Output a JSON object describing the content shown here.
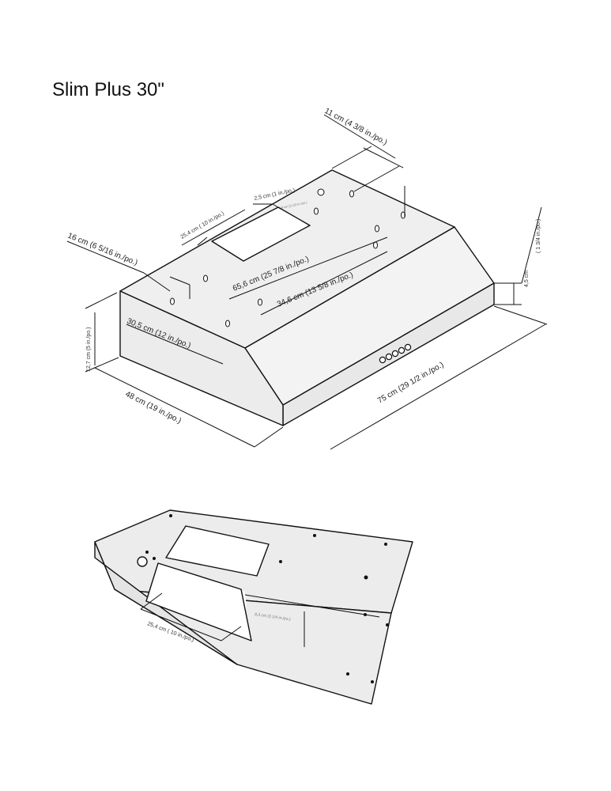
{
  "title": "Slim Plus 30\"",
  "top_view": {
    "dimensions": {
      "depth_vent": "11 cm  (4 3/8 in./po.)",
      "vent_offset": "2,5 cm  (1 in./po.)",
      "vent_small": "9 cm (3 1/2 in./po.)",
      "cutout_width": "25,4 cm  ( 10 in./po.)",
      "hole_span": "65,6 cm  (25 7/8 in./po.)",
      "hole_span_inner": "34,6 cm  (13 5/8 in./po.)",
      "side_offset": "16 cm  (6 5/16 in./po.)",
      "mount_depth": "30,5 cm  (12 in./po.)",
      "height": "12,7 cm  (5 in./po.)",
      "depth": "48 cm  (19 in./po.)",
      "width": "75 cm  (29 1/2 in./po.)",
      "front_height": "4,5 cm",
      "front_height_in": "( 1 3/4 in./po.)"
    }
  },
  "bottom_view": {
    "dimensions": {
      "cutout_width": "25,4 cm  ( 10 in./po.)",
      "cutout_height": "8,3 cm  (3 1/4 in./po.)"
    }
  }
}
